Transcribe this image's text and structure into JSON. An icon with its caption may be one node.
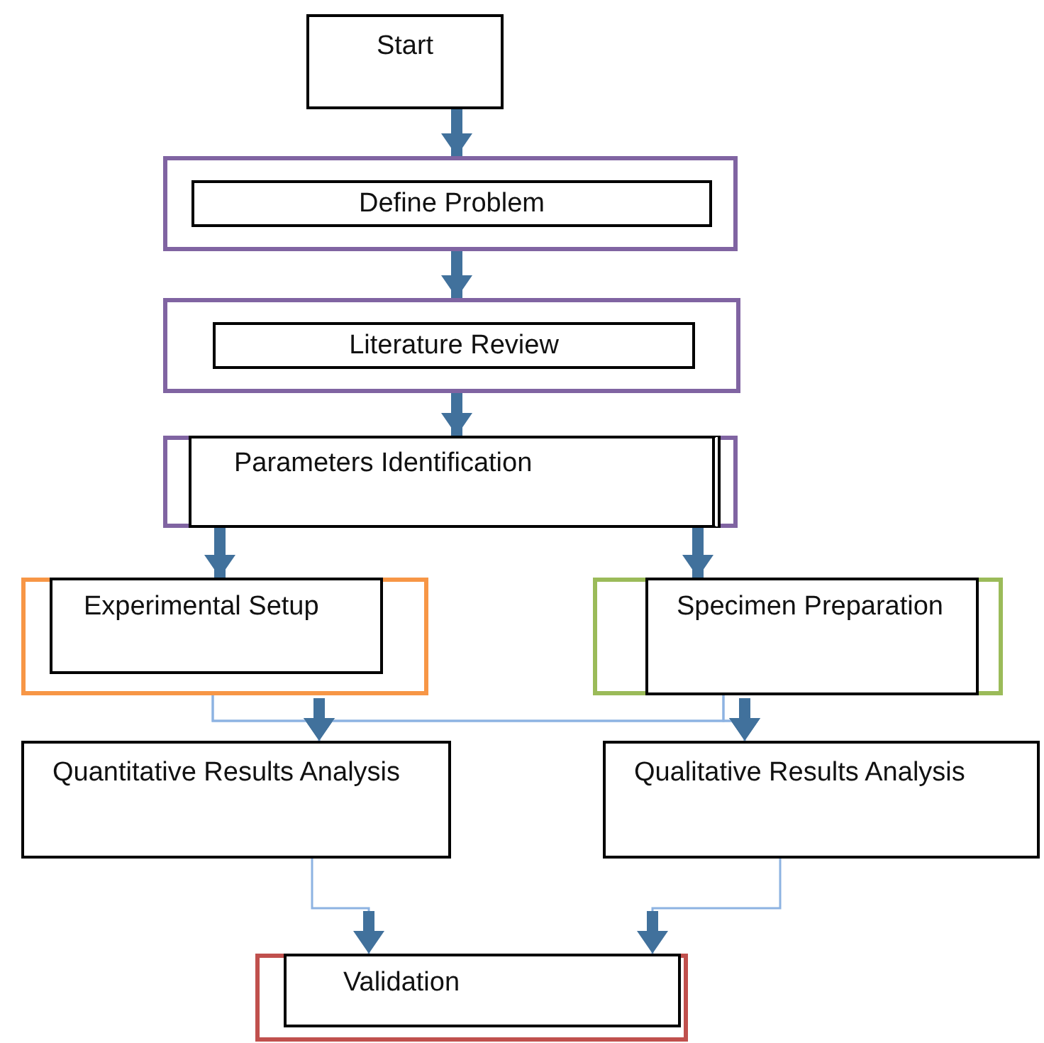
{
  "diagram": {
    "nodes": [
      {
        "text": [
          "Start"
        ]
      },
      {
        "text": [],
        "shape": "box"
      },
      {
        "text": [
          "Define Problem"
        ],
        "in": 1
      },
      {
        "text": [],
        "shape": "box"
      },
      {
        "text": [
          "Literature Review"
        ],
        "in": 3
      },
      {
        "text": [],
        "shape": "box"
      },
      {
        "text": [
          "Parameters Identification"
        ],
        "in": 5
      },
      {
        "text": [],
        "shape": "box"
      },
      {
        "text": [
          "Experimental Setup"
        ],
        "in": 7
      },
      {
        "text": [],
        "shape": "box"
      },
      {
        "text": [
          "Specimen Preparation"
        ],
        "in": 9
      },
      {
        "text": [
          "Quantitative Results Analysis"
        ]
      },
      {
        "text": [
          "Qualitative Results Analysis"
        ]
      },
      {
        "text": [],
        "shape": "box"
      },
      {
        "text": [
          "Validation"
        ],
        "in": 13
      }
    ],
    "edges": [
      {
        "from": 0,
        "to": 1,
        "arrow": "to",
        "style": "thick"
      },
      {
        "from": 1,
        "to": 3,
        "arrow": "to",
        "style": "thick"
      },
      {
        "from": 3,
        "to": 5,
        "arrow": "to",
        "style": "thick"
      },
      {
        "from": 5,
        "to": 7,
        "arrow": "to",
        "style": "thick"
      },
      {
        "from": 5,
        "to": 9,
        "arrow": "to",
        "style": "thick"
      },
      {
        "from": 7,
        "to": 11,
        "arrow": "to"
      },
      {
        "from": 7,
        "to": 12,
        "arrow": "to"
      },
      {
        "from": 9,
        "to": 11,
        "arrow": "to"
      },
      {
        "from": 9,
        "to": 12,
        "arrow": "to"
      },
      {
        "from": 11,
        "to": 13,
        "arrow": "to"
      },
      {
        "from": 12,
        "to": 13,
        "arrow": "to"
      }
    ]
  }
}
